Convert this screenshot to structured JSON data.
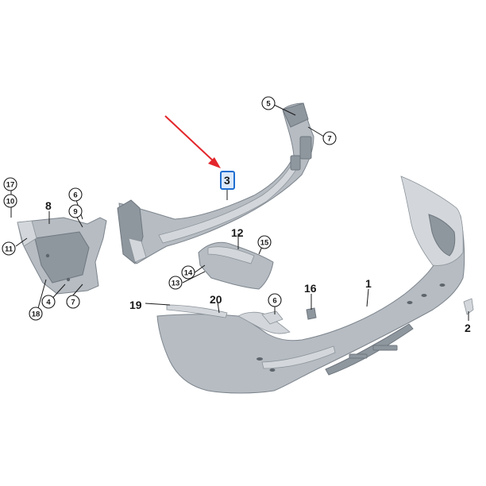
{
  "diagram": {
    "highlight_color": "#1f6fd1",
    "arrow_color": "#e3262b",
    "part_color": "#b6bcc2",
    "labels": {
      "p1": "1",
      "p2": "2",
      "p3": "3",
      "p4": "4",
      "p5": "5",
      "p6a": "6",
      "p6b": "6",
      "p7a": "7",
      "p7b": "7",
      "p8": "8",
      "p9": "9",
      "p10": "10",
      "p11": "11",
      "p12": "12",
      "p13": "13",
      "p14": "14",
      "p15": "15",
      "p16": "16",
      "p17": "17",
      "p18": "18",
      "p19": "19",
      "p20": "20"
    }
  }
}
